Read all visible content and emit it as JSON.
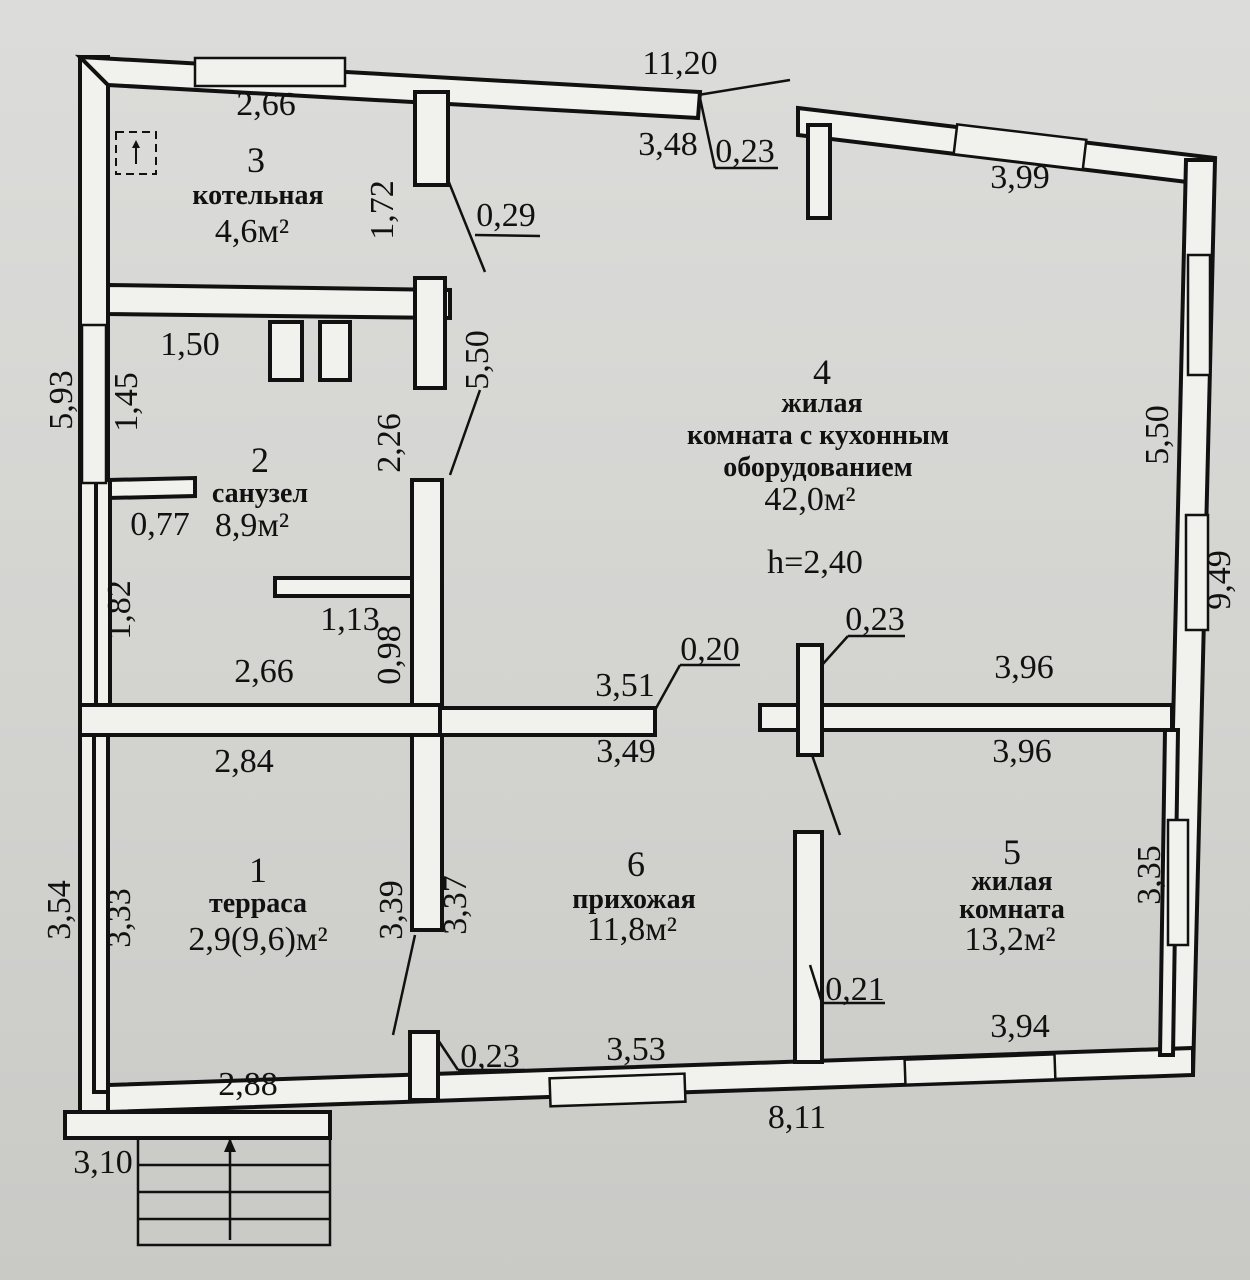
{
  "plan": {
    "overall": {
      "top_width": "11,20",
      "bottom_width": "8,11",
      "right_height": "9,49",
      "left_upper_height": "5,93",
      "left_lower_height": "3,54",
      "porch_width": "3,10"
    },
    "rooms": [
      {
        "number": "1",
        "name": "терраса",
        "area": "2,9(9,6)м²"
      },
      {
        "number": "2",
        "name": "санузел",
        "area": "8,9м²"
      },
      {
        "number": "3",
        "name": "котельная",
        "area": "4,6м²"
      },
      {
        "number": "4",
        "name_line1": "жилая",
        "name_line2": "комната с кухонным",
        "name_line3": "оборудованием",
        "area": "42,0м²",
        "height": "h=2,40"
      },
      {
        "number": "5",
        "name_line1": "жилая",
        "name_line2": "комната",
        "area": "13,2м²"
      },
      {
        "number": "6",
        "name": "прихожая",
        "area": "11,8м²"
      }
    ],
    "dimensions": {
      "boiler_width": "2,66",
      "boiler_height": "1,72",
      "wall_029": "0,29",
      "top_348": "3,48",
      "top_023": "0,23",
      "room4_top": "3,99",
      "bath_150": "1,50",
      "bath_145": "1,45",
      "bath_226": "2,26",
      "bath_550": "5,50",
      "bath_077": "0,77",
      "bath_182": "1,82",
      "bath_113": "1,13",
      "bath_098": "0,98",
      "bath_bottom": "2,66",
      "room4_right": "5,50",
      "room4_bottom_left": "3,51",
      "wall_020": "0,20",
      "room4_bottom_right": "3,96",
      "wall_023_mid": "0,23",
      "terrace_top": "2,84",
      "terrace_left": "3,33",
      "terrace_right": "3,39",
      "terrace_bottom": "2,88",
      "hall_top": "3,49",
      "hall_left": "3,37",
      "hall_bottom": "3,53",
      "wall_023_bottom": "0,23",
      "room5_top": "3,96",
      "room5_right": "3,35",
      "room5_bottom": "3,94",
      "wall_021": "0,21"
    }
  }
}
